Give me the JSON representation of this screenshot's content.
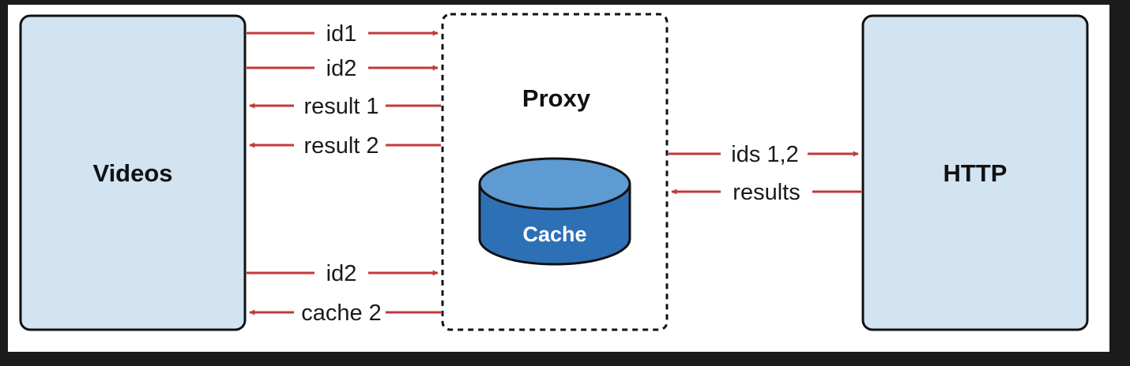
{
  "nodes": {
    "videos": "Videos",
    "proxy": "Proxy",
    "cache": "Cache",
    "http": "HTTP"
  },
  "arrows": {
    "id1": "id1",
    "id2_first": "id2",
    "result1": "result 1",
    "result2": "result 2",
    "id2_second": "id2",
    "cache2": "cache 2",
    "ids12": "ids 1,2",
    "results": "results"
  },
  "colors": {
    "box_fill": "#d2e3f1",
    "arrow": "#c0393b",
    "cache_side": "#2e70b6",
    "cache_top": "#5d9bd2"
  }
}
